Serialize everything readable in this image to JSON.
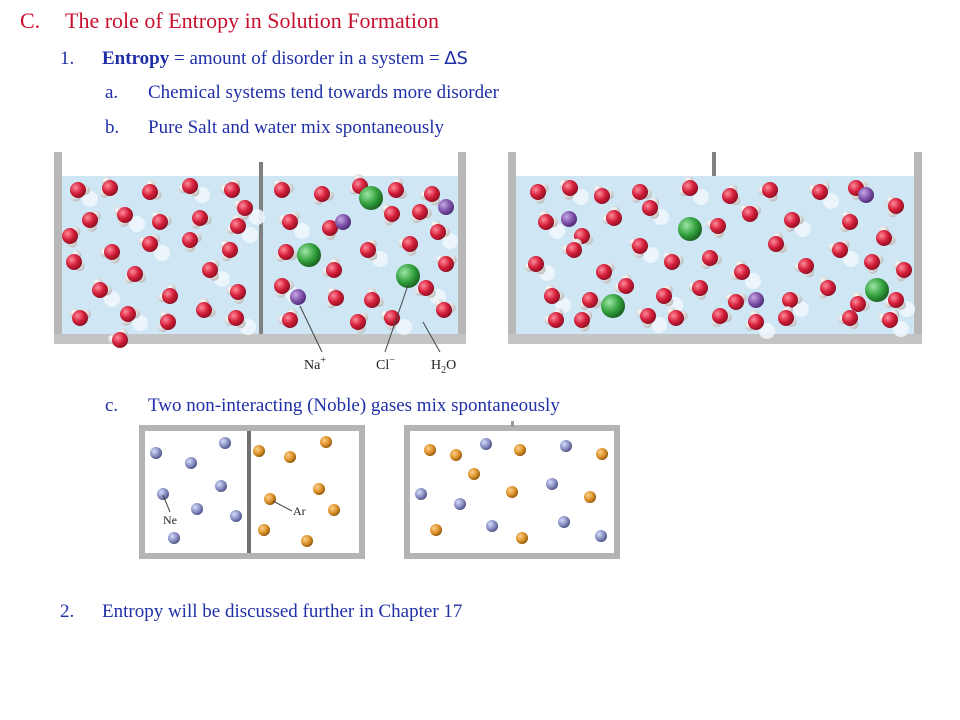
{
  "heading": {
    "marker": "C.",
    "text": "The role of Entropy in Solution Formation"
  },
  "item1": {
    "marker": "1.",
    "bold": "Entropy",
    "rest": " = amount of disorder in a system = ",
    "symbol": "∆S"
  },
  "item1a": {
    "marker": "a.",
    "text": "Chemical systems tend towards more disorder"
  },
  "item1b": {
    "marker": "b.",
    "text": "Pure Salt and water mix spontaneously"
  },
  "item1c": {
    "marker": "c.",
    "text": "Two non-interacting (Noble) gases mix spontaneously"
  },
  "item2": {
    "marker": "2.",
    "text": "Entropy will be discussed further in Chapter 17"
  },
  "figure_labels": {
    "na": "Na",
    "na_charge": "+",
    "cl": "Cl",
    "cl_charge": "−",
    "h2o_h": "H",
    "h2o_sub": "2",
    "h2o_o": "O",
    "ne": "Ne",
    "ar": "Ar"
  },
  "colors": {
    "heading": "#c8102e",
    "body_text": "#1f2fa8",
    "water": "#cfe6f5",
    "oxygen": "#d41f3a",
    "sodium": "#7b4fa6",
    "chloride": "#2f9e3a",
    "neon": "#7f86b8",
    "argon": "#d4891f"
  }
}
